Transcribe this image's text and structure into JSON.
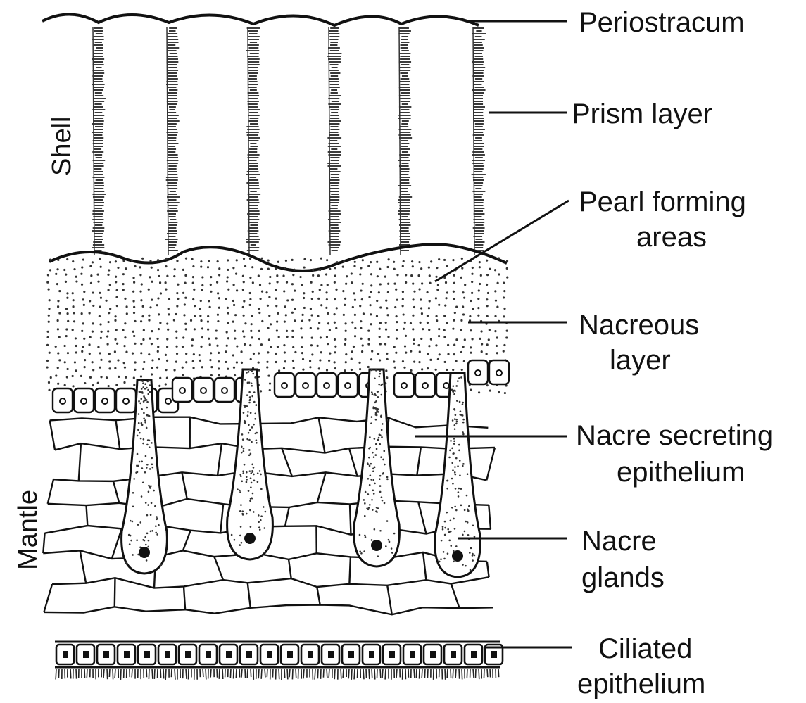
{
  "diagram": {
    "side_labels": {
      "shell": "Shell",
      "mantle": "Mantle"
    },
    "labels": {
      "periostracum": "Periostracum",
      "prism_layer": "Prism layer",
      "pearl_forming_line1": "Pearl forming",
      "pearl_forming_line2": "areas",
      "nacreous_line1": "Nacreous",
      "nacreous_line2": "layer",
      "nacre_secreting_line1": "Nacre secreting",
      "nacre_secreting_line2": "epithelium",
      "nacre_glands_line1": "Nacre",
      "nacre_glands_line2": "glands",
      "ciliated_line1": "Ciliated",
      "ciliated_line2": "epithelium"
    },
    "colors": {
      "ink": "#111111",
      "paper": "#ffffff"
    }
  }
}
